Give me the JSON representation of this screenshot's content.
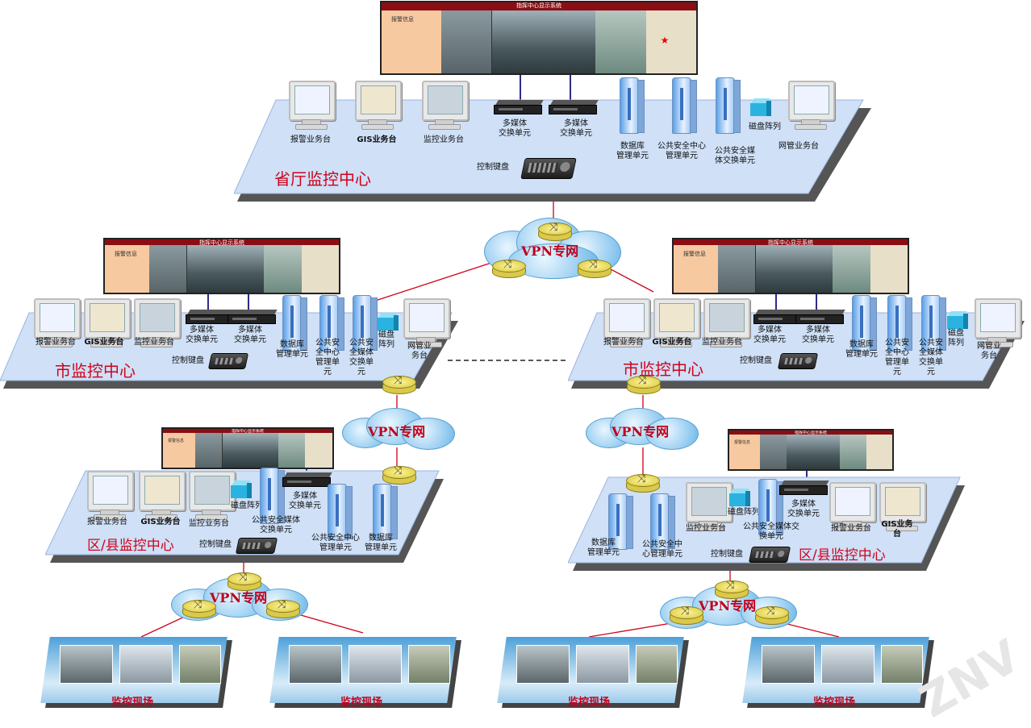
{
  "wall": {
    "title": "指挥中心显示系统",
    "info": "报警信息"
  },
  "province": {
    "title": "省厅监控中心",
    "alarm": "报警业务台",
    "gis": "GIS业务台",
    "monitor": "监控业务台",
    "switch1": [
      "多媒体",
      "交换单元"
    ],
    "switch2": [
      "多媒体",
      "交换单元"
    ],
    "db": [
      "数据库",
      "管理单元"
    ],
    "pscenter": [
      "公共安全中心",
      "管理单元"
    ],
    "psmedia": [
      "公共安全媒",
      "体交换单元"
    ],
    "disk": "磁盘阵列",
    "netmgmt": "网管业务台",
    "keyboard": "控制键盘"
  },
  "city_left": {
    "title": "市监控中心",
    "alarm": "报警业务台",
    "gis": "GIS业务台",
    "monitor": "监控业务台",
    "switch1": [
      "多媒体",
      "交换单元"
    ],
    "switch2": [
      "多媒体",
      "交换单元"
    ],
    "db": [
      "数据库",
      "管理单元"
    ],
    "pscenter": [
      "公共安",
      "全中心",
      "管理单",
      "元"
    ],
    "psmedia": [
      "公共安",
      "全媒体",
      "交换单",
      "元"
    ],
    "disk": [
      "磁盘",
      "阵列"
    ],
    "netmgmt": [
      "网管业",
      "务台"
    ],
    "keyboard": "控制键盘"
  },
  "city_right": {
    "title": "市监控中心",
    "alarm": "报警业务台",
    "gis": "GIS业务台",
    "monitor": "监控业务台",
    "switch1": [
      "多媒体",
      "交换单元"
    ],
    "switch2": [
      "多媒体",
      "交换单元"
    ],
    "db": [
      "数据库",
      "管理单元"
    ],
    "pscenter": [
      "公共安",
      "全中心",
      "管理单",
      "元"
    ],
    "psmedia": [
      "公共安",
      "全媒体",
      "交换单",
      "元"
    ],
    "disk": [
      "磁盘",
      "阵列"
    ],
    "netmgmt": [
      "网管业",
      "务台"
    ],
    "keyboard": "控制键盘"
  },
  "county_left": {
    "title": "区/县监控中心",
    "alarm": "报警业务台",
    "gis": "GIS业务台",
    "monitor": "监控业务台",
    "disk": "磁盘阵列",
    "psmedia": [
      "公共安全媒体",
      "交换单元"
    ],
    "switch": [
      "多媒体",
      "交换单元"
    ],
    "pscenter": [
      "公共安全中心",
      "管理单元"
    ],
    "db": [
      "数据库",
      "管理单元"
    ],
    "keyboard": "控制键盘"
  },
  "county_right": {
    "title": "区/县监控中心",
    "db": [
      "数据库",
      "管理单元"
    ],
    "pscenter": [
      "公共安全中",
      "心管理单元"
    ],
    "monitor": "监控业务台",
    "disk": "磁盘阵列",
    "psmedia": [
      "公共安全媒体交",
      "换单元"
    ],
    "switch": [
      "多媒体",
      "交换单元"
    ],
    "alarm": "报警业务台",
    "gis": [
      "GIS业务",
      "台"
    ],
    "keyboard": "控制键盘"
  },
  "vpn": "VPN专网",
  "site": "监控现场",
  "watermark": "ZNV"
}
